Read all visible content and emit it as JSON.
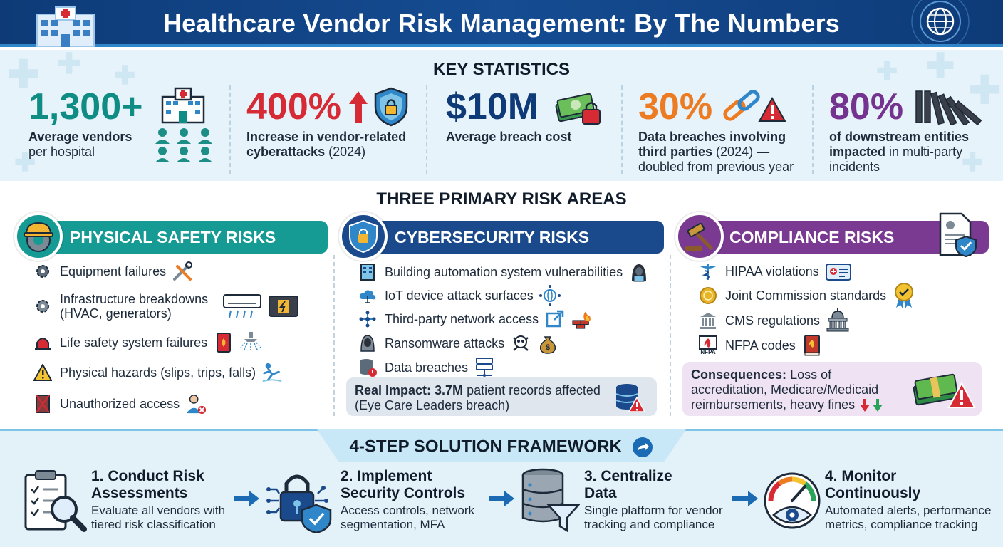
{
  "header": {
    "title": "Healthcare Vendor Risk Management: By The Numbers"
  },
  "key_statistics": {
    "title": "KEY STATISTICS",
    "items": [
      {
        "value": "1,300+",
        "color": "#0f8c83",
        "bold": "Average vendors",
        "rest": "per hospital"
      },
      {
        "value": "400%",
        "color": "#d62a35",
        "bold": "Increase in vendor-related cyberattacks",
        "rest": "(2024)"
      },
      {
        "value": "$10M",
        "color": "#0e3b78",
        "bold": "Average breach cost",
        "rest": ""
      },
      {
        "value": "30%",
        "color": "#ec7b22",
        "bold": "Data breaches involving third parties",
        "rest": "(2024) — doubled from previous year"
      },
      {
        "value": "80%",
        "color": "#74338f",
        "bold": "of downstream entities impacted",
        "rest": "in multi-party incidents"
      }
    ]
  },
  "risk_areas": {
    "title": "THREE PRIMARY RISK AREAS",
    "physical": {
      "heading": "PHYSICAL SAFETY RISKS",
      "color": "#159a94",
      "items": [
        "Equipment failures",
        "Infrastructure breakdowns (HVAC, generators)",
        "Life safety system failures",
        "Physical hazards (slips, trips, falls)",
        "Unauthorized access"
      ]
    },
    "cyber": {
      "heading": "CYBERSECURITY RISKS",
      "color": "#1a4a8c",
      "items": [
        "Building automation system vulnerabilities",
        "IoT device attack surfaces",
        "Third-party network access",
        "Ransomware attacks",
        "Data breaches"
      ],
      "impact_bold": "Real Impact: 3.7M",
      "impact_rest": "patient records affected (Eye Care Leaders breach)"
    },
    "compliance": {
      "heading": "COMPLIANCE RISKS",
      "color": "#7a3a92",
      "items": [
        "HIPAA violations",
        "Joint Commission standards",
        "CMS regulations",
        "NFPA codes"
      ],
      "nfpa_label": "NFPA",
      "consequences_bold": "Consequences:",
      "consequences_rest": "Loss of accreditation, Medicare/Medicaid reimbursements, heavy fines"
    }
  },
  "framework": {
    "title": "4-STEP SOLUTION FRAMEWORK",
    "steps": [
      {
        "title": "1. Conduct Risk Assessments",
        "desc": "Evaluate all vendors with tiered risk classification"
      },
      {
        "title": "2. Implement Security Controls",
        "desc": "Access controls, network segmentation, MFA"
      },
      {
        "title": "3. Centralize Data",
        "desc": "Single platform for vendor tracking and compliance"
      },
      {
        "title": "4. Monitor Continuously",
        "desc": "Automated alerts, performance metrics, compliance tracking"
      }
    ]
  },
  "icons": [
    "hospital-icon",
    "globe-icon",
    "people-icon",
    "arrow-up-icon",
    "shield-lock-icon",
    "money-lock-icon",
    "broken-chain-icon",
    "warning-icon",
    "dominoes-icon",
    "hard-hat-gear-icon",
    "shield-circuit-icon",
    "gavel-icon",
    "document-shield-icon",
    "clipboard-magnifier-icon",
    "padlock-circuit-icon",
    "database-funnel-icon",
    "gauge-eye-icon"
  ]
}
